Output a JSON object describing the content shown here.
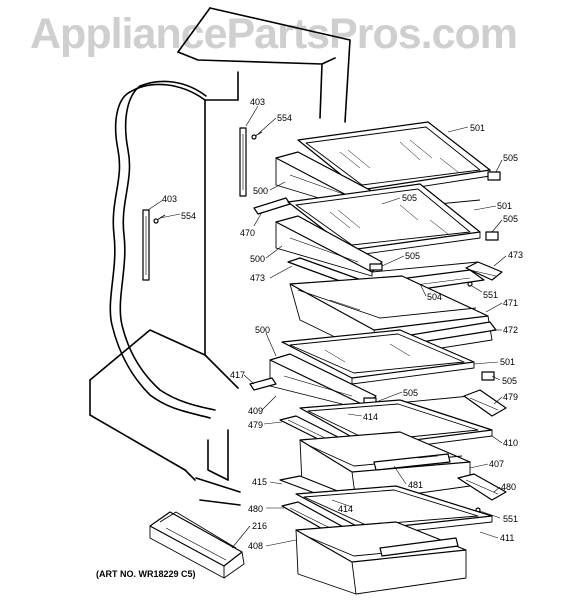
{
  "watermark": "AppliancePartsPros.com",
  "art_number": "(ART NO. WR18229 C5)",
  "callouts": {
    "c403a": "403",
    "c554a": "554",
    "c501a": "501",
    "c505a": "505",
    "c500a": "500",
    "c505b": "505",
    "c403b": "403",
    "c554b": "554",
    "c501b": "501",
    "c505c": "505",
    "c470": "470",
    "c500b": "500",
    "c505d": "505",
    "c473a": "473",
    "c473b": "473",
    "c551a": "551",
    "c504": "504",
    "c471": "471",
    "c472": "472",
    "c500c": "500",
    "c501c": "501",
    "c417": "417",
    "c505e": "505",
    "c505f": "505",
    "c409": "409",
    "c479a": "479",
    "c414a": "414",
    "c479b": "479",
    "c410": "410",
    "c407": "407",
    "c481": "481",
    "c415": "415",
    "c480a": "480",
    "c480b": "480",
    "c414b": "414",
    "c551b": "551",
    "c216": "216",
    "c411": "411",
    "c408": "408"
  }
}
